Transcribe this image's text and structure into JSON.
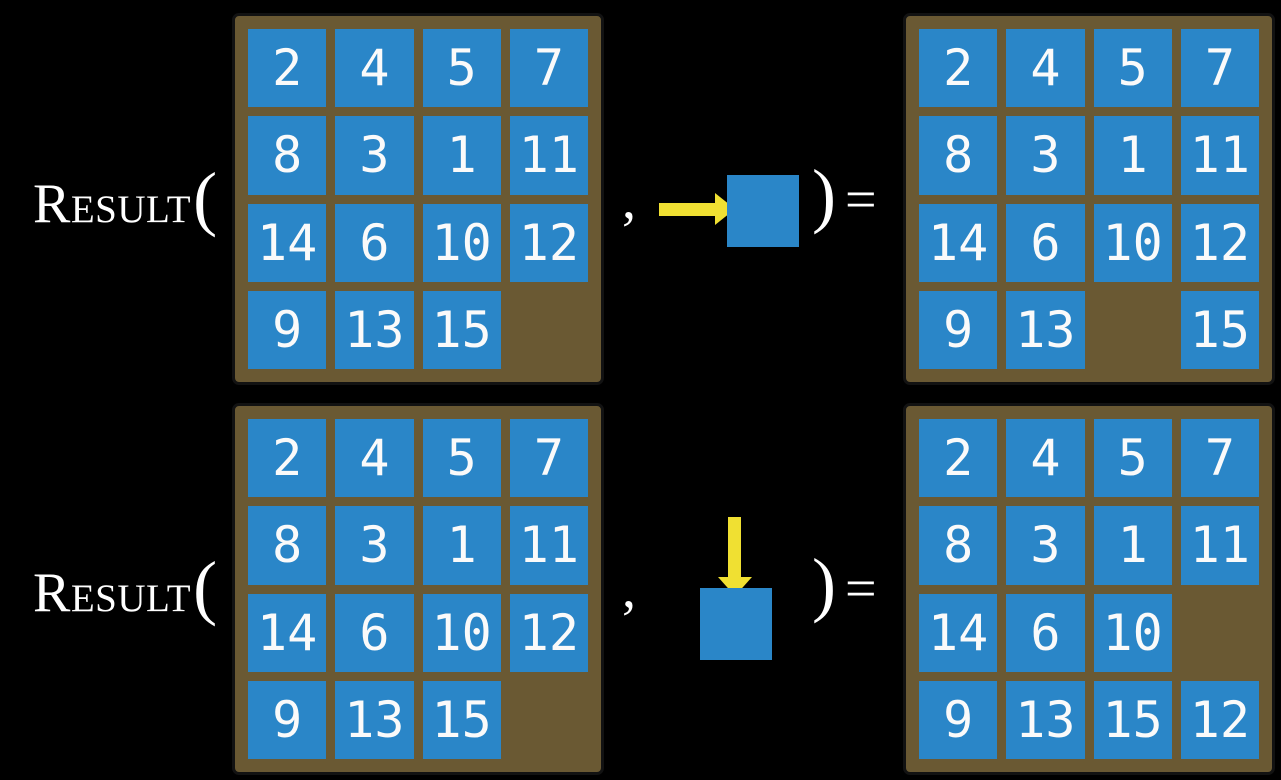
{
  "figure": {
    "function": {
      "name": "Result",
      "open_paren": "(",
      "comma": ",",
      "close_paren": ")",
      "equals": "="
    },
    "rows": [
      {
        "move": "right",
        "arrow_icon": "right-arrow-icon",
        "input_board": [
          [
            2,
            4,
            5,
            7
          ],
          [
            8,
            3,
            1,
            11
          ],
          [
            14,
            6,
            10,
            12
          ],
          [
            9,
            13,
            15,
            null
          ]
        ],
        "output_board": [
          [
            2,
            4,
            5,
            7
          ],
          [
            8,
            3,
            1,
            11
          ],
          [
            14,
            6,
            10,
            12
          ],
          [
            9,
            13,
            null,
            15
          ]
        ]
      },
      {
        "move": "down",
        "arrow_icon": "down-arrow-icon",
        "input_board": [
          [
            2,
            4,
            5,
            7
          ],
          [
            8,
            3,
            1,
            11
          ],
          [
            14,
            6,
            10,
            12
          ],
          [
            9,
            13,
            15,
            null
          ]
        ],
        "output_board": [
          [
            2,
            4,
            5,
            7
          ],
          [
            8,
            3,
            1,
            11
          ],
          [
            14,
            6,
            10,
            null
          ],
          [
            9,
            13,
            15,
            12
          ]
        ]
      }
    ]
  },
  "colors": {
    "background": "#000000",
    "tile_blue": "#2a86c8",
    "board_brown": "#6a5933",
    "board_outline": "#121212",
    "arrow_yellow": "#f0e032",
    "number_white": "#fafafa",
    "label_white": "#ffffff"
  }
}
